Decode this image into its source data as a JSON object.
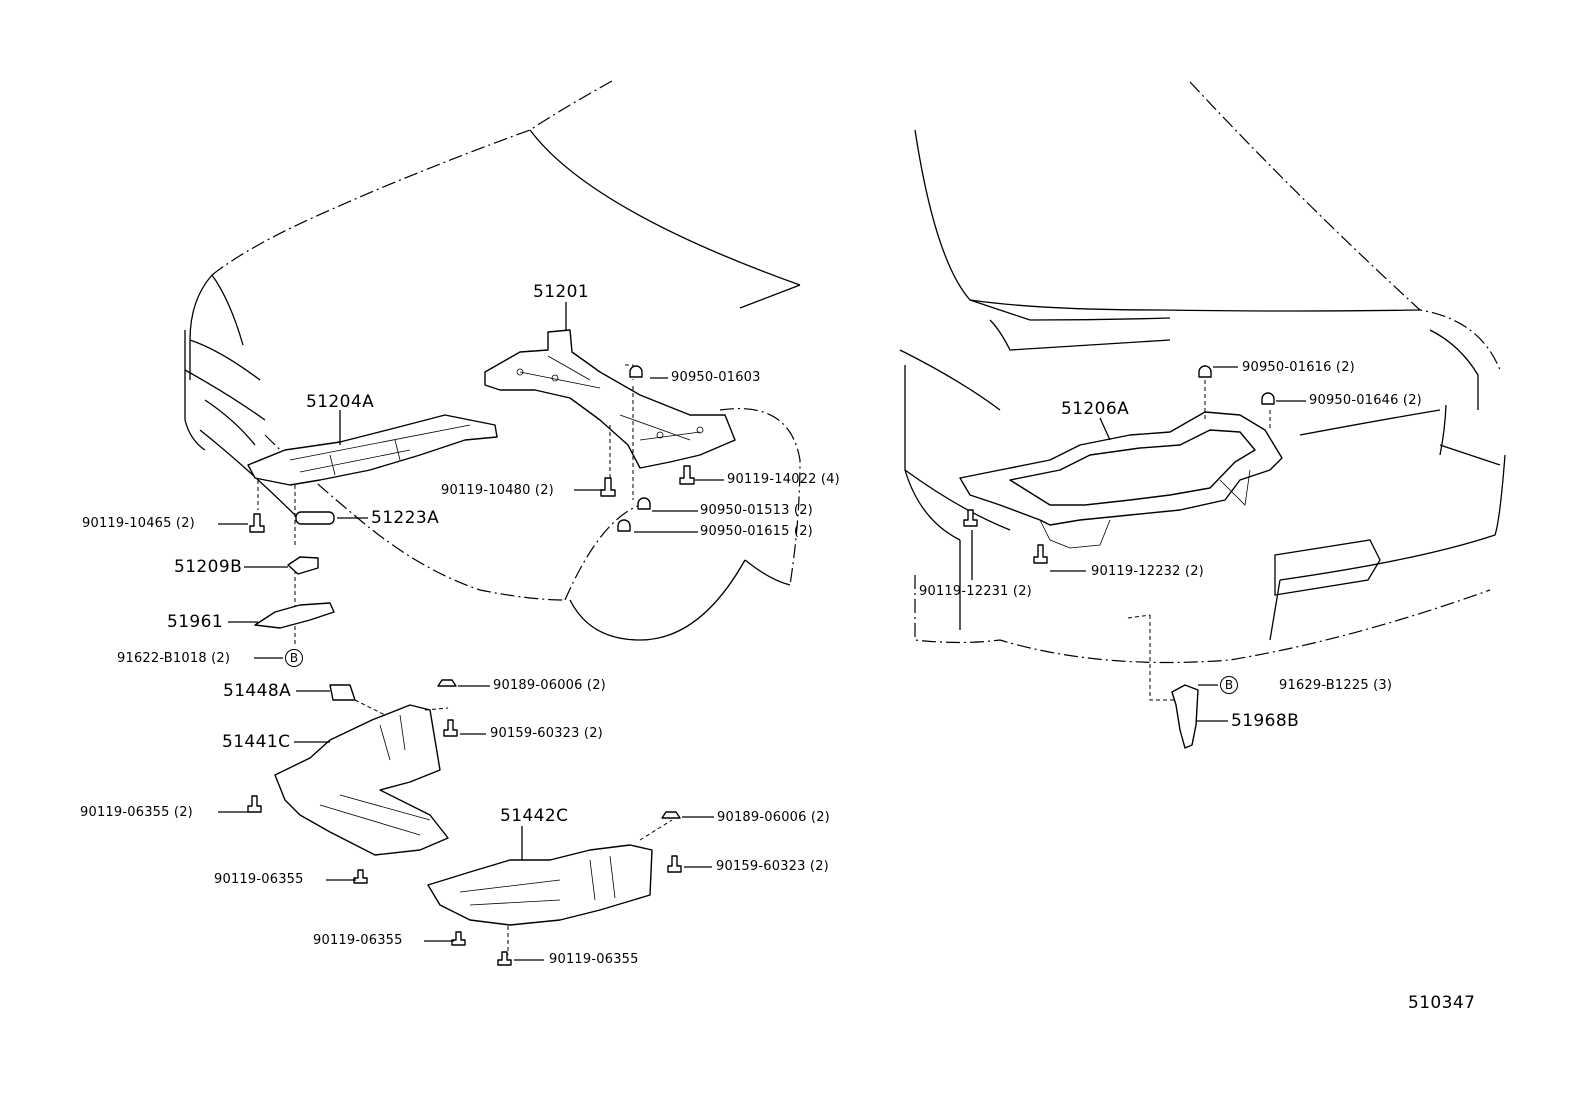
{
  "diagram_id": "510347",
  "front_section": {
    "parts": {
      "p51201": "51201",
      "p51204A": "51204A",
      "p51223A": "51223A",
      "p51209B": "51209B",
      "p51961": "51961",
      "p51448A": "51448A",
      "p51441C": "51441C",
      "p51442C": "51442C"
    },
    "fasteners": {
      "f90950_01603": "90950-01603",
      "f90119_14022": "90119-14022 (4)",
      "f90119_10480": "90119-10480 (2)",
      "f90950_01513": "90950-01513 (2)",
      "f90950_01615": "90950-01615 (2)",
      "f90119_10465": "90119-10465 (2)",
      "f91622_B1018": "91622-B1018 (2)",
      "f90189_06006_a": "90189-06006 (2)",
      "f90159_60323_a": "90159-60323 (2)",
      "f90119_06355_a": "90119-06355 (2)",
      "f90119_06355_b": "90119-06355",
      "f90189_06006_b": "90189-06006 (2)",
      "f90159_60323_b": "90159-60323 (2)",
      "f90119_06355_c": "90119-06355",
      "f90119_06355_d": "90119-06355"
    },
    "badge_letter": "B"
  },
  "rear_section": {
    "parts": {
      "p51206A": "51206A",
      "p51968B": "51968B"
    },
    "fasteners": {
      "f90950_01616": "90950-01616 (2)",
      "f90950_01646": "90950-01646 (2)",
      "f90119_12232": "90119-12232 (2)",
      "f90119_12231": "90119-12231 (2)",
      "f91629_B1225": "91629-B1225 (3)"
    },
    "badge_letter": "B"
  }
}
